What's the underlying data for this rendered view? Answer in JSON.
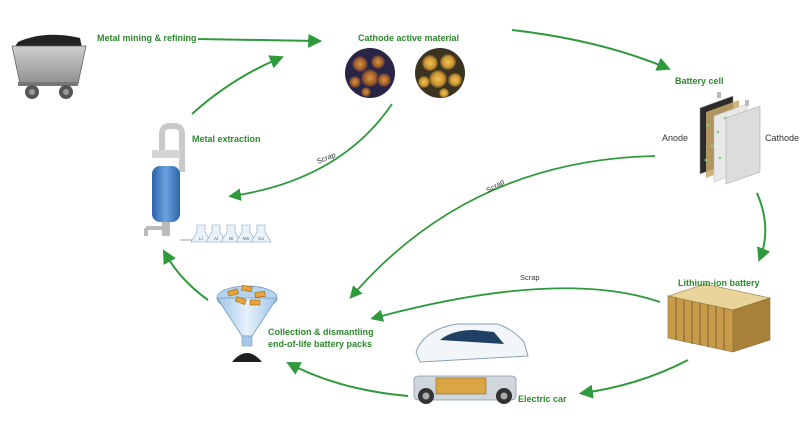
{
  "labels": {
    "mining": "Metal mining & refining",
    "cathode_material": "Cathode active material",
    "battery_cell": "Battery cell",
    "anode": "Anode",
    "cathode": "Cathode",
    "lithium_ion_battery": "Lithium-ion battery",
    "electric_car": "Electric car",
    "collection_line1": "Collection & dismantling",
    "collection_line2": "end-of-life battery packs",
    "metal_extraction": "Metal extraction",
    "scrap": "Scrap"
  },
  "flask_elements": [
    "Li",
    "Al",
    "Ni",
    "Mn",
    "Co"
  ],
  "colors": {
    "arrow_green": "#2e9a3c",
    "label_green": "#2f8a2f",
    "reactor_blue": "#4a86c8",
    "battery_gold": "#d7b46a"
  }
}
